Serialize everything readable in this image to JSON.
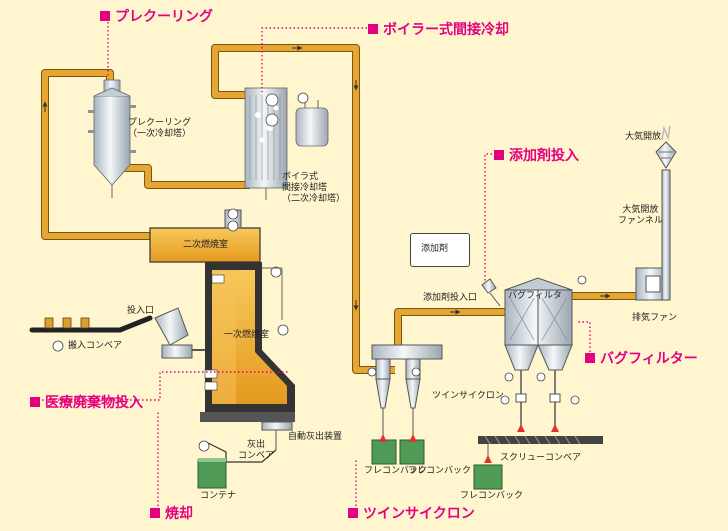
{
  "callouts": {
    "prequel_ring": "プレクーリング",
    "boiler_cooling": "ボイラー式間接冷却",
    "additive_input": "添加剤投入",
    "bag_filter": "バグフィルター",
    "medical_waste_input": "医療廃棄物投入",
    "incineration": "焼却",
    "twin_cyclone": "ツインサイクロン"
  },
  "labels": {
    "prequel_ring": "プレクーリング",
    "prequel_ring_sub": "（一次冷却塔）",
    "boiler_line1": "ボイラ式",
    "boiler_line2": "間接冷却塔",
    "boiler_line3": "（二次冷却塔）",
    "secondary_chamber": "二次燃焼室",
    "primary_chamber": "一次燃焼室",
    "input_port": "投入口",
    "input_conveyor": "搬入コンベア",
    "ash_conveyor_line1": "灰出",
    "ash_conveyor_line2": "コンベア",
    "auto_ash": "自動灰出装置",
    "container": "コンテナ",
    "additive_box": "添加剤",
    "additive_port": "添加剤投入口",
    "twin_cyclone": "ツインサイクロン",
    "flexible_bag_left": "フレコンバック",
    "flexible_bag_right": "フレコンバック",
    "bag_filter": "バグフィルタ",
    "screw_conveyor": "スクリューコンベア",
    "atmosphere": "大気開放",
    "funnel_line1": "大気開放",
    "funnel_line2": "ファンネル",
    "exhaust_fan": "排気ファン"
  },
  "colors": {
    "background": "#fff6cf",
    "callout": "#e5007f",
    "duct": "#e6a632",
    "equipment": "#d7dde3",
    "bin": "#4f9a55",
    "chamber": "#f0b430"
  }
}
